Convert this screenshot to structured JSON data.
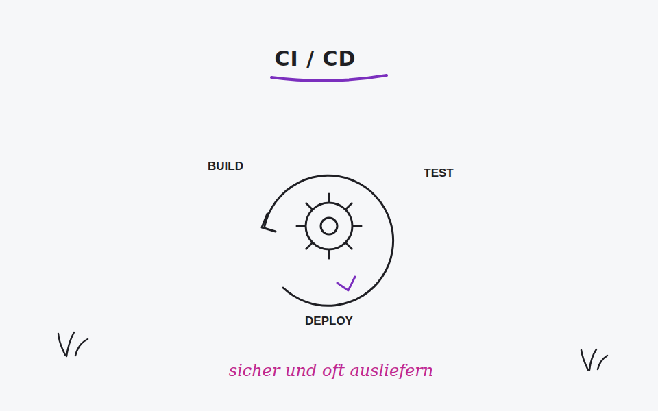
{
  "diagram": {
    "title": "CI / CD",
    "caption": "sicher und oft ausliefern",
    "labels": [
      "BUILD",
      "TEST",
      "DEPLOY"
    ]
  }
}
